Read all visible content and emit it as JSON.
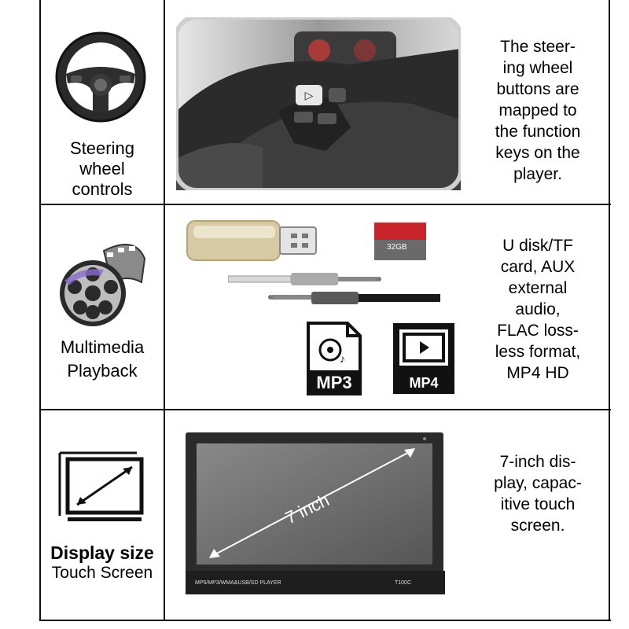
{
  "rows": [
    {
      "label_lines": [
        "Steering",
        "wheel",
        "controls"
      ],
      "description_lines": [
        "The steer-",
        "ing wheel",
        "buttons are",
        "mapped to",
        "the function",
        "keys on the",
        "player."
      ]
    },
    {
      "label_lines": [
        "Multimedia",
        "Playback"
      ],
      "description_lines": [
        "U disk/TF",
        "card, AUX",
        "external",
        "audio,",
        "FLAC loss-",
        "less format,",
        "MP4 HD"
      ],
      "sd_card_label": "32GB",
      "mp3_label": "MP3",
      "mp4_label": "MP4"
    },
    {
      "label_title": "Display size",
      "label_subtitle": "Touch Screen",
      "description_lines": [
        "7-inch dis-",
        "play, capac-",
        "itive touch",
        "screen."
      ],
      "diagonal_label": "7 inch",
      "device_caption": "MP5/MP3/WMA&USB/SD PLAYER",
      "device_model": "T100C"
    }
  ],
  "colors": {
    "grid_line": "#111111",
    "icon_dark": "#1a1a1a",
    "screen_gray": "#6b6b6b",
    "sd_red": "#c8242c",
    "usb_gold": "#d6c9a3"
  },
  "icons": [
    "steering-wheel-icon",
    "film-reel-icon",
    "display-size-icon",
    "usb-drive-icon",
    "sd-card-icon",
    "aux-cable-icon",
    "mp3-file-icon",
    "mp4-file-icon"
  ]
}
